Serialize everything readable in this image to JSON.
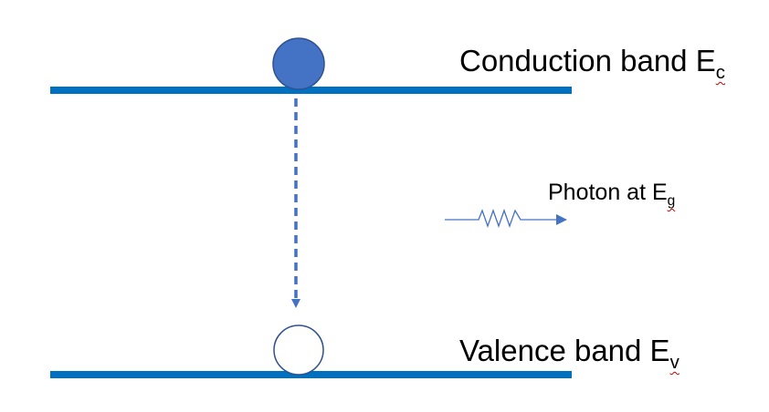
{
  "labels": {
    "conduction": {
      "text": "Conduction band E",
      "sub": "c"
    },
    "photon": {
      "text": "Photon at E",
      "sub": "g"
    },
    "valence": {
      "text": "Valence band E",
      "sub": "v"
    }
  },
  "colors": {
    "band_line": "#0070c0",
    "electron_fill": "#4472c4",
    "electron_stroke": "#2f528f",
    "hole_stroke": "#2f528f",
    "transition_arrow": "#4472c4",
    "photon": "#4472c4"
  }
}
